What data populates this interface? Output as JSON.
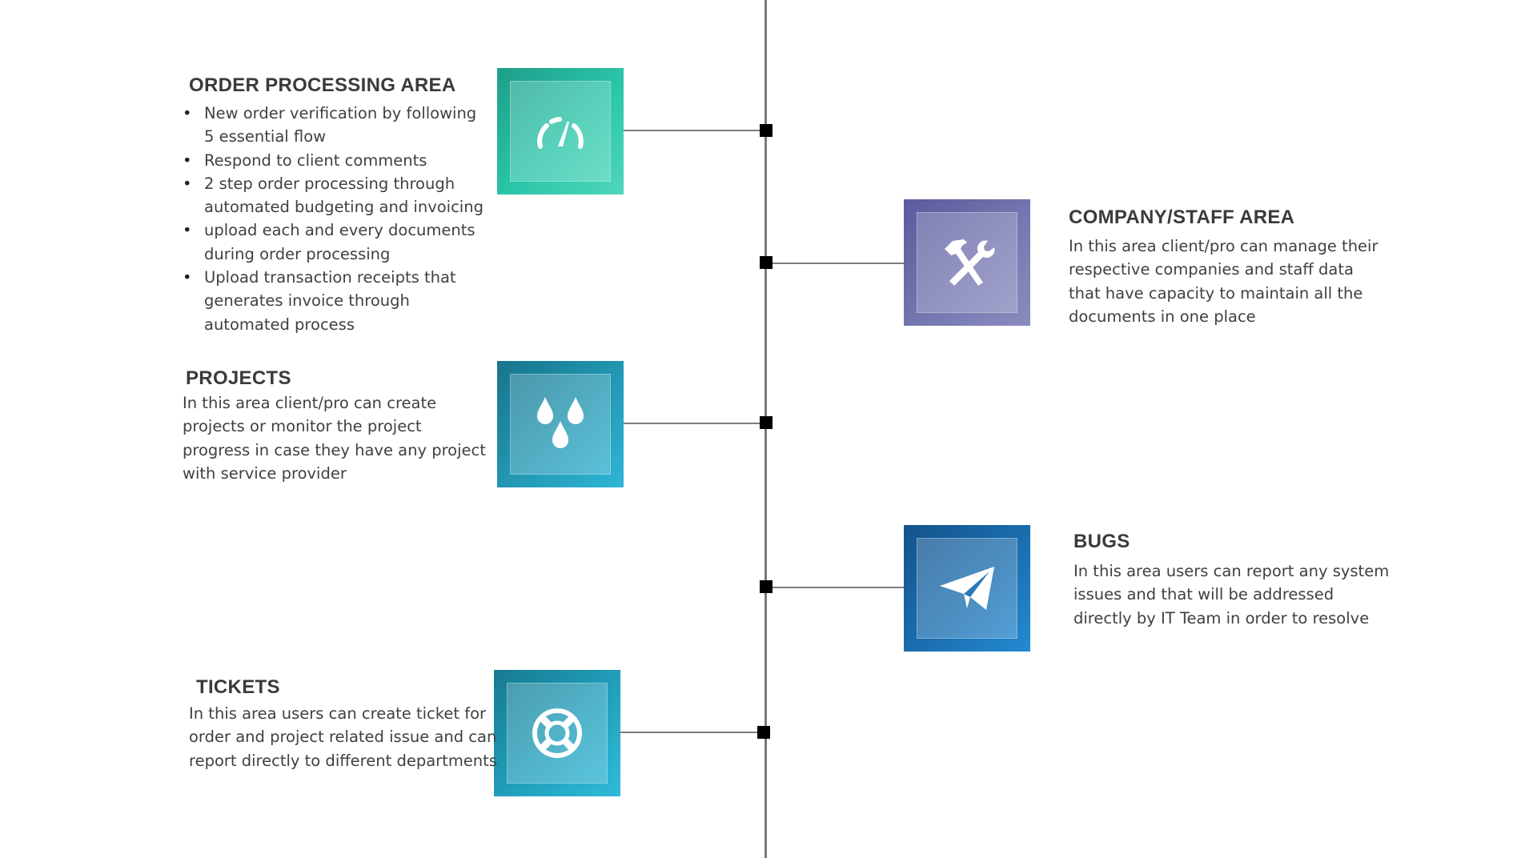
{
  "timeline": {
    "sections": [
      {
        "title": "ORDER PROCESSING AREA",
        "icon": "speedometer-icon",
        "bullets": [
          "New order verification by following 5 essential flow",
          "Respond to client comments",
          "2 step order processing through automated budgeting and invoicing",
          "upload each and every documents during order processing",
          "Upload transaction receipts that generates invoice through automated process"
        ]
      },
      {
        "title": "COMPANY/STAFF AREA",
        "icon": "hammer-wrench-icon",
        "description": "In this area client/pro can manage their respective companies and staff data that have capacity to maintain all the documents in one place"
      },
      {
        "title": "PROJECTS",
        "icon": "water-drops-icon",
        "description": "In this area client/pro can create projects or monitor the project progress in case they have any project with service provider"
      },
      {
        "title": "BUGS",
        "icon": "paper-plane-icon",
        "description": "In this area users can report any system issues and that will be addressed directly by IT Team in order to resolve"
      },
      {
        "title": "TICKETS",
        "icon": "lifebuoy-icon",
        "description": "In this area users can create ticket for order and project related issue and can report directly to different departments"
      }
    ]
  }
}
